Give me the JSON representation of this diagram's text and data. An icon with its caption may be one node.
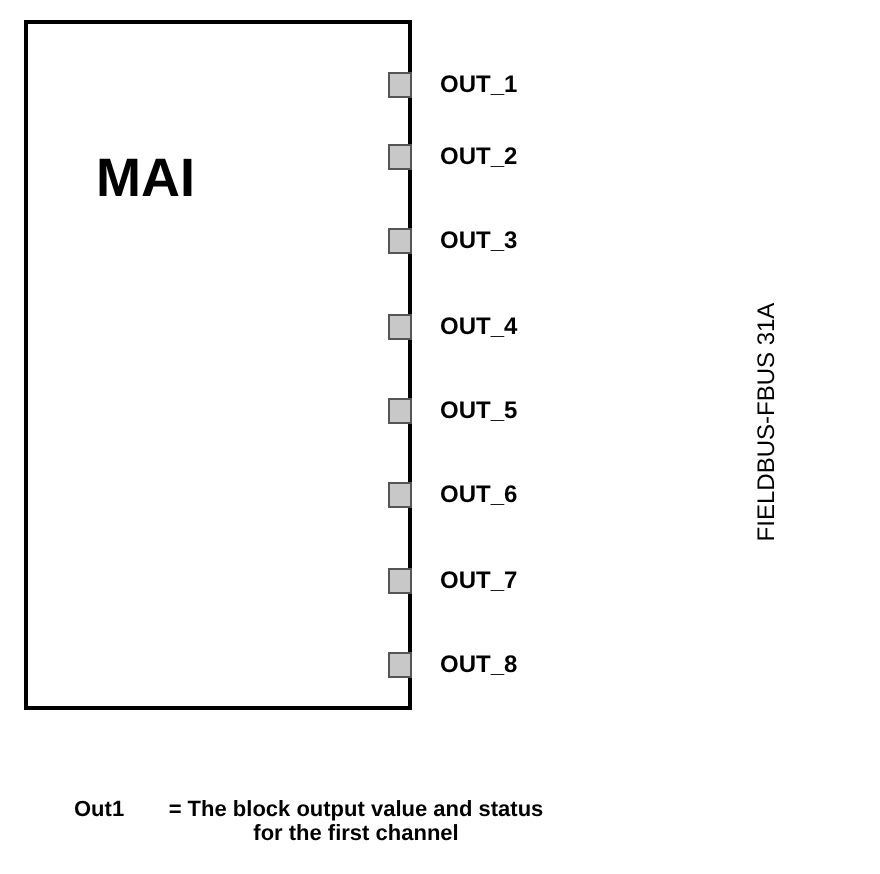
{
  "diagram": {
    "nodes": [
      {
        "text": [
          "MAI"
        ]
      },
      {
        "text": [],
        "shape": "box",
        "beside": [
          "OUT_1"
        ],
        "in": 0
      },
      {
        "text": [],
        "shape": "box",
        "beside": [
          "OUT_2"
        ],
        "in": 0
      },
      {
        "text": [],
        "shape": "box",
        "beside": [
          "OUT_3"
        ],
        "in": 0
      },
      {
        "text": [],
        "shape": "box",
        "beside": [
          "OUT_4"
        ],
        "in": 0
      },
      {
        "text": [],
        "shape": "box",
        "beside": [
          "OUT_5"
        ],
        "in": 0
      },
      {
        "text": [],
        "shape": "box",
        "beside": [
          "OUT_6"
        ],
        "in": 0
      },
      {
        "text": [],
        "shape": "box",
        "beside": [
          "OUT_7"
        ],
        "in": 0
      },
      {
        "text": [],
        "shape": "box",
        "beside": [
          "OUT_8"
        ],
        "in": 0
      }
    ],
    "labels": [
      "FIELDBUS-FBUS 31A",
      "Out1",
      "= The block output value and status for the first channel"
    ]
  }
}
